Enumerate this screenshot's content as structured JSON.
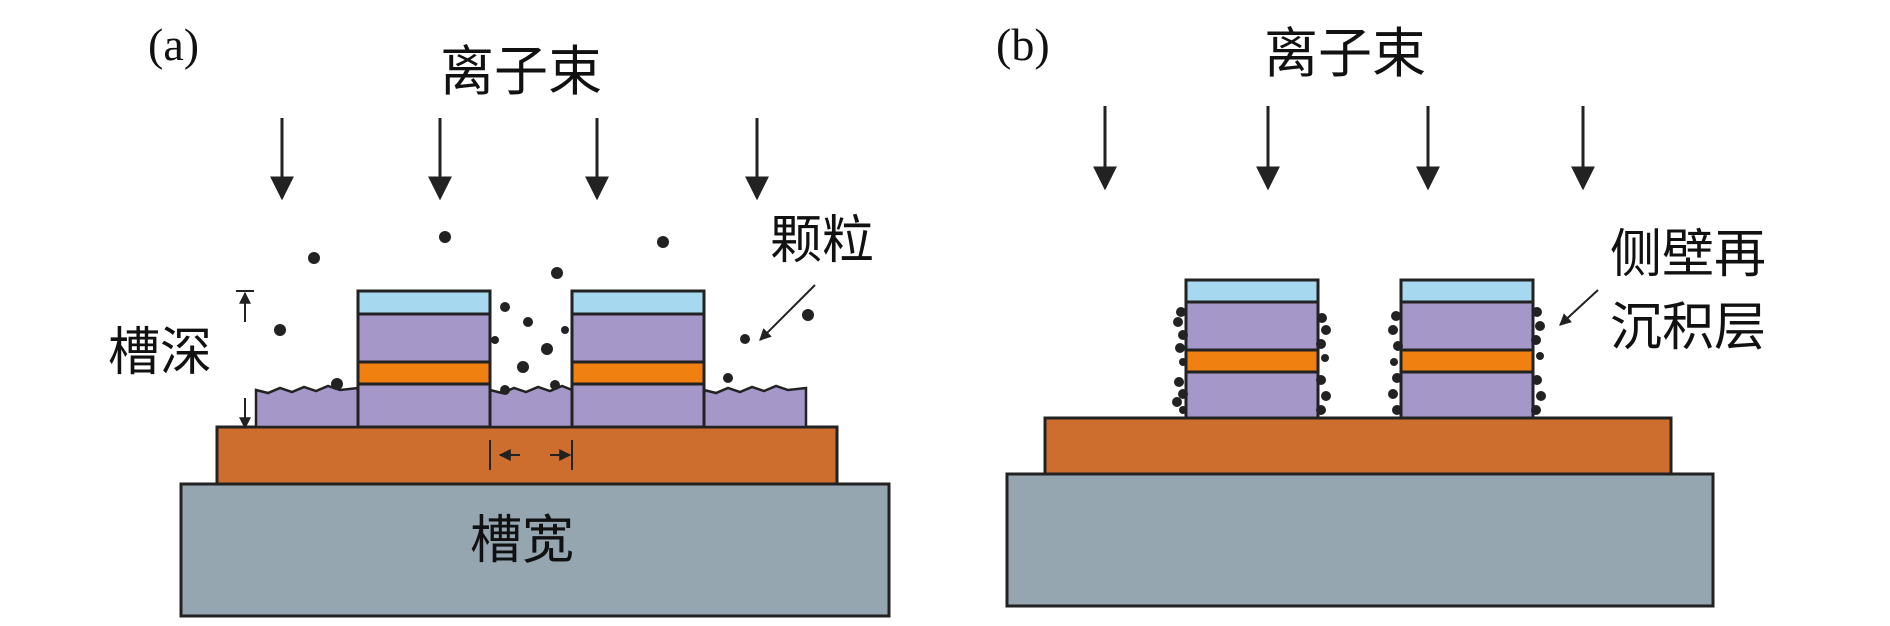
{
  "panel_a": {
    "label": "(a)",
    "ion_beam_label": "离子束",
    "particles_label": "颗粒",
    "trench_depth_label": "槽深",
    "trench_width_label": "槽宽"
  },
  "panel_b": {
    "label": "(b)",
    "ion_beam_label": "离子束",
    "redeposition_label_line1": "侧壁再",
    "redeposition_label_line2": "沉积层"
  },
  "colors": {
    "substrate": "#95a6b0",
    "base_layer": "#cd6d2e",
    "stack_layer": "#a598c8",
    "cap_layer": "#a6d8f0",
    "middle_layer": "#f08010",
    "particle": "#222222",
    "outline": "#222222"
  }
}
